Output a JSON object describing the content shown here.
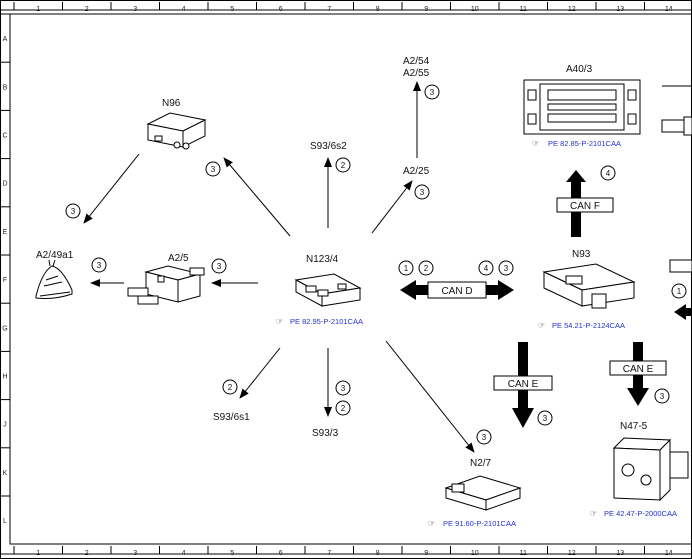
{
  "ruler": {
    "columns": [
      "1",
      "2",
      "3",
      "4",
      "5",
      "6",
      "7",
      "8",
      "9",
      "10",
      "11",
      "12",
      "13",
      "14"
    ],
    "rows": [
      "A",
      "B",
      "C",
      "D",
      "E",
      "F",
      "G",
      "H",
      "J",
      "K",
      "L"
    ]
  },
  "components": {
    "n96": "N96",
    "a2_49a1": "A2/49a1",
    "a2_5": "A2/5",
    "n123_4": "N123/4",
    "s93_6s2": "S93/6s2",
    "a2_54": "A2/54",
    "a2_55": "A2/55",
    "a2_25": "A2/25",
    "a40_3": "A40/3",
    "n93": "N93",
    "s93_6s1": "S93/6s1",
    "s93_3": "S93/3",
    "n2_7": "N2/7",
    "n47_5": "N47-5"
  },
  "refs": {
    "a40_3": "PE 82.85-P-2101CAA",
    "n123_4": "PE 82.95-P-2101CAA",
    "n93": "PE 54.21-P-2124CAA",
    "n2_7": "PE 91.60-P-2101CAA",
    "n47_5": "PE 42.47-P-2000CAA"
  },
  "buses": {
    "can_d": "CAN D",
    "can_f": "CAN F",
    "can_e_left": "CAN E",
    "can_e_right": "CAN E"
  },
  "markers": {
    "to_a2_49a1": "3",
    "to_n96": "3",
    "to_a2_5": "3",
    "a2_5_to_a2_49a1": "3",
    "to_s93_6s2": "2",
    "to_a2_25": "3",
    "to_a2_54": "3",
    "can_f": "4",
    "can_d_l1": "1",
    "can_d_l2": "2",
    "can_d_r1": "4",
    "can_d_r2": "3",
    "to_s93_6s1": "2",
    "to_s93_3_a": "3",
    "to_s93_3_b": "2",
    "to_n2_7": "3",
    "can_e_left": "3",
    "can_e_right": "3",
    "edge": "1"
  }
}
